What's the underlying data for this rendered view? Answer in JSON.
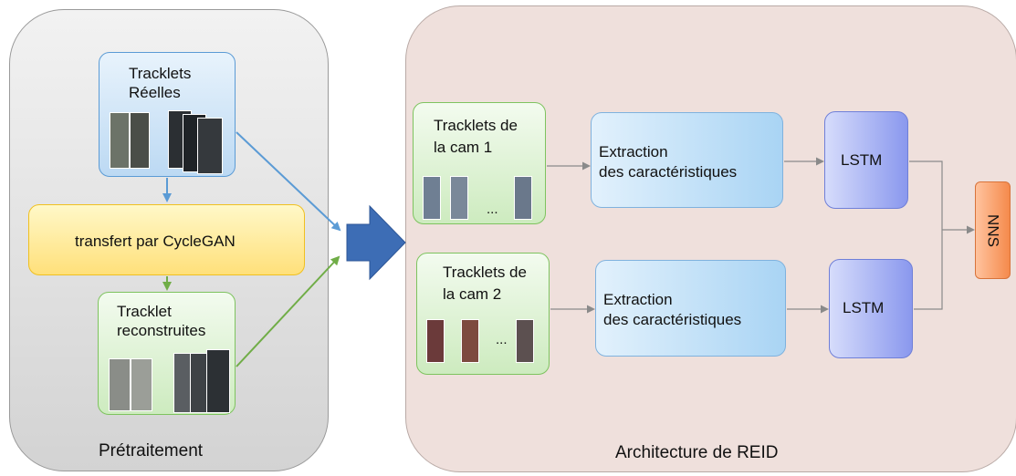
{
  "preprocessing": {
    "panel_label": "Prétraitement",
    "real_tracklets": [
      "Tracklets",
      "Réelles"
    ],
    "transfer": "transfert par CycleGAN",
    "reconstructed": [
      "Tracklet",
      "reconstruites"
    ]
  },
  "reid": {
    "panel_label": "Architecture de REID",
    "cam1": [
      "Tracklets de",
      "la cam 1"
    ],
    "cam2": [
      "Tracklets de",
      "la cam 2"
    ],
    "ellipsis": "...",
    "extraction": [
      "Extraction",
      "des caractéristiques"
    ],
    "lstm": "LSTM",
    "nns": "NNS"
  },
  "colors": {
    "blue_arrow": "#5b9bd5",
    "green_arrow": "#70ad47",
    "big_arrow": "#3d6db5"
  }
}
